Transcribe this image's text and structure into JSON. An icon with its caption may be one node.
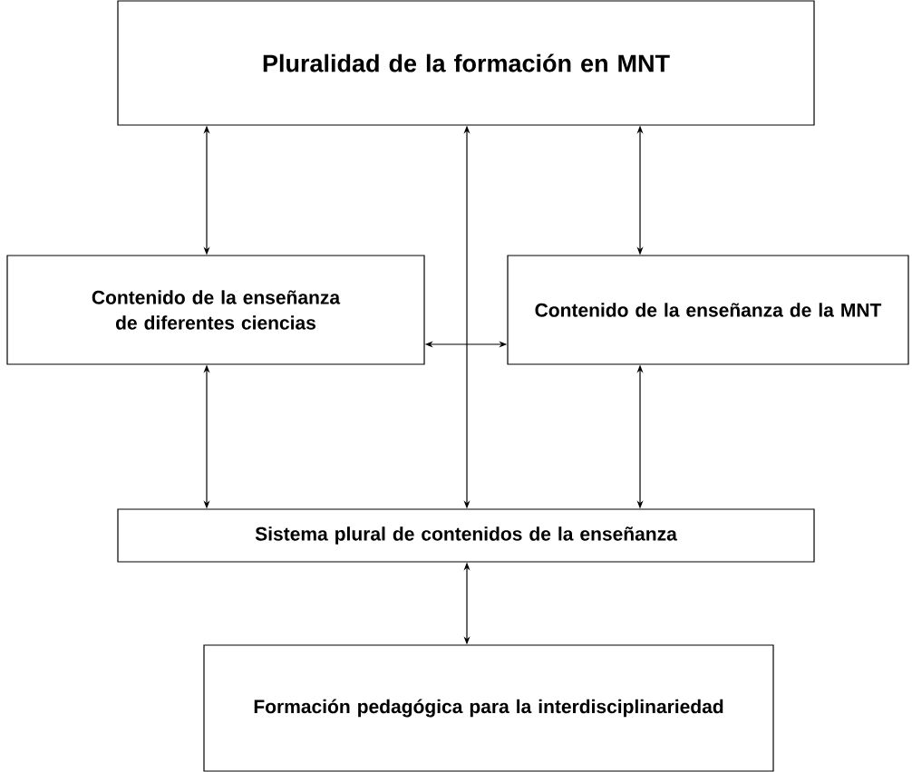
{
  "diagram": {
    "nodes": [
      {
        "text": [
          "Pluralidad de la formación en MNT"
        ]
      },
      {
        "text": [
          "Contenido de la enseñanza de diferentes ciencias"
        ]
      },
      {
        "text": [
          "Contenido de la enseñanza de la MNT"
        ]
      },
      {
        "text": [
          "Sistema plural de contenidos de la enseñanza"
        ]
      },
      {
        "text": [
          "Formación pedagógica para la interdisciplinariedad"
        ]
      }
    ],
    "edges": [
      {
        "from": 0,
        "to": 1,
        "arrow": "both"
      },
      {
        "from": 0,
        "to": 3,
        "arrow": "both"
      },
      {
        "from": 0,
        "to": 2,
        "arrow": "both"
      },
      {
        "from": 1,
        "to": 2,
        "arrow": "both"
      },
      {
        "from": 1,
        "to": 3,
        "arrow": "both"
      },
      {
        "from": 2,
        "to": 3,
        "arrow": "both"
      },
      {
        "from": 3,
        "to": 4,
        "arrow": "both"
      }
    ]
  }
}
